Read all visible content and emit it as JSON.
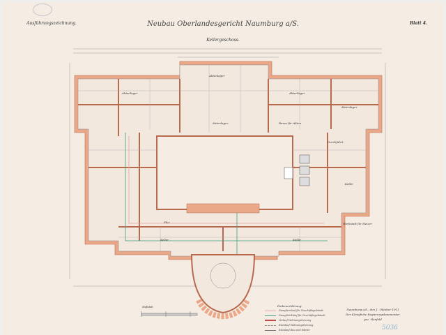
{
  "header": {
    "left_label": "Ausführungszeichnung.",
    "title": "Neubau Oberlandesgericht Naumburg a/S.",
    "sheet": "Blatt 4.",
    "floor": "Kellergeschoss."
  },
  "rooms": [
    "Aktenlager",
    "Aktenlager",
    "Aktenlager",
    "Aktenlager",
    "Aktenlager",
    "Raum für Akten",
    "Flur",
    "Keller",
    "Keller",
    "Keller",
    "Durchfahrt",
    "Werkstatt für Heizer"
  ],
  "scale": {
    "label": "Maßstab"
  },
  "legend": {
    "title": "Farbenerklärung:",
    "items": [
      {
        "label": "Dampfvorlauf für Geschäftsgebäude",
        "color": "#e6a3a3",
        "style": "solid"
      },
      {
        "label": "Dampfrücklauf für Geschäftsgebäude",
        "color": "#3f9c80",
        "style": "solid"
      },
      {
        "label": "Vorlauf Wohnungsheizung",
        "color": "#c44a4a",
        "style": "solid"
      },
      {
        "label": "Rücklauf Wohnungsheizung",
        "color": "#888888",
        "style": "dashed"
      },
      {
        "label": "Rücklauf Bau und Wärter",
        "color": "#777777",
        "style": "solid"
      }
    ]
  },
  "signature": {
    "place_date": "Naumburg a/S., den 1. Oktober 1911",
    "office": "Der Königliche Regierungsbaumeister",
    "name": "gez. Hanfeld"
  },
  "inventory_number": "5036",
  "colors": {
    "paper": "#f5ede4",
    "walls": "#eaa889",
    "lines": "#8a8a8a"
  }
}
